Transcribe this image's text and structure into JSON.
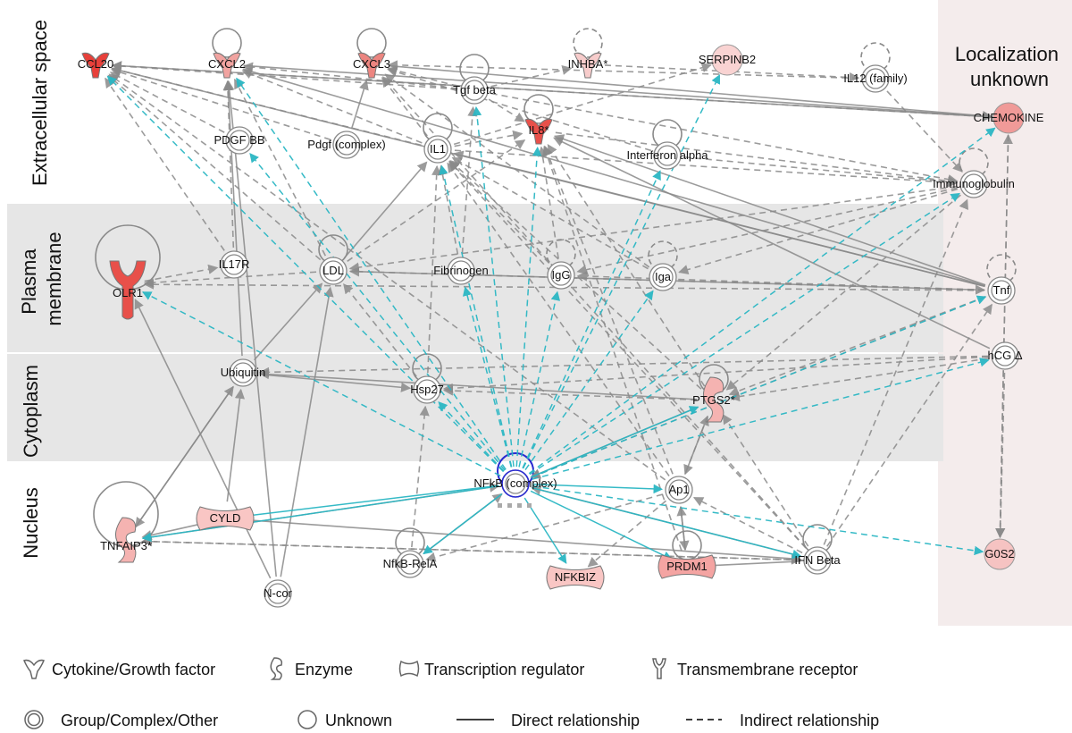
{
  "compartments": {
    "extracellular": [
      "Extracellular space"
    ],
    "plasma": [
      "Plasma",
      "membrane"
    ],
    "cytoplasm": [
      "Cytoplasm"
    ],
    "nucleus": [
      "Nucleus"
    ],
    "unknown": [
      "Localization",
      "unknown"
    ]
  },
  "nodes": [
    {
      "id": "CCL20",
      "label": "CCL20",
      "shape": "cytokine",
      "fill": "#e8403a"
    },
    {
      "id": "CXCL2",
      "label": "CXCL2",
      "shape": "cytokine",
      "fill": "#f1a3a0"
    },
    {
      "id": "CXCL3",
      "label": "CXCL3",
      "shape": "cytokine",
      "fill": "#ec8580"
    },
    {
      "id": "INHBA",
      "label": "INHBA*",
      "shape": "cytokine",
      "fill": "#f7cccb"
    },
    {
      "id": "SERPINB2",
      "label": "SERPINB2",
      "shape": "circle",
      "fill": "#f9d3d2"
    },
    {
      "id": "IL12",
      "label": "IL12 (family)",
      "shape": "group",
      "fill": "#ffffff"
    },
    {
      "id": "Tgfbeta",
      "label": "Tgf beta",
      "shape": "group",
      "fill": "#ffffff"
    },
    {
      "id": "PDGFBB",
      "label": "PDGF BB",
      "shape": "group",
      "fill": "#ffffff"
    },
    {
      "id": "Pdgf",
      "label": "Pdgf (complex)",
      "shape": "group",
      "fill": "#ffffff"
    },
    {
      "id": "IL1",
      "label": "IL1",
      "shape": "group",
      "fill": "#ffffff"
    },
    {
      "id": "IL8",
      "label": "IL8*",
      "shape": "cytokine",
      "fill": "#e8504a"
    },
    {
      "id": "IFNa",
      "label": "Interferon alpha",
      "shape": "group",
      "fill": "#ffffff"
    },
    {
      "id": "CHEMOKINE",
      "label": "CHEMOKINE",
      "shape": "circle",
      "fill": "#f09a98"
    },
    {
      "id": "Ig",
      "label": "Immunoglobulin",
      "shape": "group",
      "fill": "#ffffff"
    },
    {
      "id": "IL17R",
      "label": "IL17R",
      "shape": "group",
      "fill": "#ffffff"
    },
    {
      "id": "LDL",
      "label": "LDL",
      "shape": "group",
      "fill": "#ffffff"
    },
    {
      "id": "Fib",
      "label": "Fibrinogen",
      "shape": "group",
      "fill": "#ffffff"
    },
    {
      "id": "IgG",
      "label": "IgG",
      "shape": "group",
      "fill": "#ffffff"
    },
    {
      "id": "Iga",
      "label": "Iga",
      "shape": "group",
      "fill": "#ffffff"
    },
    {
      "id": "OLR1",
      "label": "OLR1",
      "shape": "receptor",
      "fill": "#e8504a"
    },
    {
      "id": "Tnf",
      "label": "Tnf",
      "shape": "group",
      "fill": "#ffffff"
    },
    {
      "id": "hCG",
      "label": "hCG Δ",
      "shape": "group",
      "fill": "#ffffff"
    },
    {
      "id": "Ubiq",
      "label": "Ubiquitin",
      "shape": "group",
      "fill": "#ffffff"
    },
    {
      "id": "Hsp27",
      "label": "Hsp27",
      "shape": "group",
      "fill": "#ffffff"
    },
    {
      "id": "PTGS2",
      "label": "PTGS2*",
      "shape": "enzyme",
      "fill": "#f5b3b1"
    },
    {
      "id": "NFkB",
      "label": "NFkB (complex)",
      "shape": "group",
      "fill": "#ffffff"
    },
    {
      "id": "Ap1",
      "label": "Ap1",
      "shape": "group",
      "fill": "#ffffff"
    },
    {
      "id": "TNFAIP3",
      "label": "TNFAIP3*",
      "shape": "enzyme",
      "fill": "#f5b3b1"
    },
    {
      "id": "CYLD",
      "label": "CYLD",
      "shape": "transcription",
      "fill": "#f9c6c4"
    },
    {
      "id": "Ncor",
      "label": "N-cor",
      "shape": "group",
      "fill": "#ffffff"
    },
    {
      "id": "RelA",
      "label": "NfkB-RelA",
      "shape": "group",
      "fill": "#ffffff"
    },
    {
      "id": "NFKBIZ",
      "label": "NFKBIZ",
      "shape": "transcription",
      "fill": "#f9c6c4"
    },
    {
      "id": "PRDM1",
      "label": "PRDM1",
      "shape": "transcription",
      "fill": "#f4a4a2"
    },
    {
      "id": "IFNb",
      "label": "IFN Beta",
      "shape": "group",
      "fill": "#ffffff"
    },
    {
      "id": "G0S2",
      "label": "G0S2",
      "shape": "circle",
      "fill": "#f6c3c2"
    }
  ],
  "edges": [
    [
      "CCL20",
      "CHEMOKINE",
      "d"
    ],
    [
      "CXCL2",
      "CHEMOKINE",
      "d"
    ],
    [
      "CXCL3",
      "CHEMOKINE",
      "d"
    ],
    [
      "INHBA",
      "IL12",
      "i"
    ],
    [
      "Tgfbeta",
      "CCL20",
      "i"
    ],
    [
      "Tgfbeta",
      "CXCL2",
      "i"
    ],
    [
      "Tgfbeta",
      "CXCL3",
      "i"
    ],
    [
      "Tgfbeta",
      "INHBA",
      "i"
    ],
    [
      "Tgfbeta",
      "Ig",
      "i"
    ],
    [
      "Tgfbeta",
      "IL8",
      "i"
    ],
    [
      "IL1",
      "CCL20",
      "i"
    ],
    [
      "IL1",
      "CXCL2",
      "i"
    ],
    [
      "IL1",
      "CXCL3",
      "i"
    ],
    [
      "IL1",
      "IL8",
      "i"
    ],
    [
      "IL1",
      "Ig",
      "i"
    ],
    [
      "IL1",
      "SERPINB2",
      "i"
    ],
    [
      "IL8",
      "Ig",
      "i"
    ],
    [
      "IFNa",
      "Ig",
      "i"
    ],
    [
      "IFNa",
      "CXCL3",
      "i"
    ],
    [
      "IL12",
      "Ig",
      "i"
    ],
    [
      "IL12",
      "CXCL3",
      "i"
    ],
    [
      "PDGFBB",
      "CCL20",
      "i"
    ],
    [
      "Pdgf",
      "CXCL3",
      "d"
    ],
    [
      "Pdgf",
      "CCL20",
      "i"
    ],
    [
      "LDL",
      "CCL20",
      "i"
    ],
    [
      "LDL",
      "CXCL2",
      "i"
    ],
    [
      "LDL",
      "IL1",
      "d"
    ],
    [
      "LDL",
      "IL8",
      "i"
    ],
    [
      "LDL",
      "Tnf",
      "d"
    ],
    [
      "LDL",
      "OLR1",
      "i"
    ],
    [
      "Fib",
      "IL1",
      "i"
    ],
    [
      "Fib",
      "Tgfbeta",
      "i"
    ],
    [
      "IgG",
      "IL1",
      "i"
    ],
    [
      "IgG",
      "IL8",
      "i"
    ],
    [
      "Iga",
      "IL1",
      "i"
    ],
    [
      "Iga",
      "CXCL3",
      "i"
    ],
    [
      "IL17R",
      "CCL20",
      "i"
    ],
    [
      "IL17R",
      "CXCL2",
      "i"
    ],
    [
      "OLR1",
      "IL17R",
      "i"
    ],
    [
      "Tnf",
      "CCL20",
      "d"
    ],
    [
      "Tnf",
      "CXCL2",
      "d"
    ],
    [
      "Tnf",
      "IL8",
      "d"
    ],
    [
      "Tnf",
      "IL1",
      "d"
    ],
    [
      "Tnf",
      "OLR1",
      "i"
    ],
    [
      "Tnf",
      "PTGS2",
      "i"
    ],
    [
      "Tnf",
      "NFkB",
      "i"
    ],
    [
      "Tnf",
      "LDL",
      "i"
    ],
    [
      "Tnf",
      "IgG",
      "i"
    ],
    [
      "Ig",
      "LDL",
      "i"
    ],
    [
      "Ig",
      "Iga",
      "i"
    ],
    [
      "Ig",
      "PTGS2",
      "i"
    ],
    [
      "Ig",
      "IgG",
      "i"
    ],
    [
      "hCG",
      "PTGS2",
      "i"
    ],
    [
      "hCG",
      "G0S2",
      "i"
    ],
    [
      "hCG",
      "IL8",
      "d"
    ],
    [
      "hCG",
      "Ubiq",
      "i"
    ],
    [
      "hCG",
      "Hsp27",
      "i"
    ],
    [
      "PTGS2",
      "Ubiq",
      "d"
    ],
    [
      "PTGS2",
      "Hsp27",
      "i"
    ],
    [
      "PTGS2",
      "IL1",
      "i"
    ],
    [
      "PTGS2",
      "IL8",
      "i"
    ],
    [
      "PTGS2",
      "NFkB",
      "d"
    ],
    [
      "PTGS2",
      "Ap1",
      "i"
    ],
    [
      "Ubiq",
      "CXCL2",
      "d"
    ],
    [
      "Ubiq",
      "TNFAIP3",
      "d"
    ],
    [
      "Ubiq",
      "LDL",
      "d"
    ],
    [
      "Ubiq",
      "Hsp27",
      "d"
    ],
    [
      "Hsp27",
      "IL1",
      "i"
    ],
    [
      "Hsp27",
      "LDL",
      "i"
    ],
    [
      "Ap1",
      "PTGS2",
      "d"
    ],
    [
      "Ap1",
      "IL8",
      "i"
    ],
    [
      "Ap1",
      "IL1",
      "i"
    ],
    [
      "Ap1",
      "CCL20",
      "i"
    ],
    [
      "Ap1",
      "RelA",
      "i"
    ],
    [
      "Ap1",
      "NFKBIZ",
      "i"
    ],
    [
      "Ap1",
      "PRDM1",
      "d"
    ],
    [
      "IFNb",
      "NFkB",
      "d"
    ],
    [
      "IFNb",
      "PTGS2",
      "i"
    ],
    [
      "IFNb",
      "IL1",
      "i"
    ],
    [
      "IFNb",
      "CXCL3",
      "i"
    ],
    [
      "IFNb",
      "TNFAIP3",
      "i"
    ],
    [
      "IFNb",
      "PRDM1",
      "d"
    ],
    [
      "IFNb",
      "Ap1",
      "i"
    ],
    [
      "IFNb",
      "Tnf",
      "i"
    ],
    [
      "IFNb",
      "Ig",
      "i"
    ],
    [
      "TNFAIP3",
      "IFNb",
      "i"
    ],
    [
      "TNFAIP3",
      "NFkB",
      "d"
    ],
    [
      "TNFAIP3",
      "Ubiq",
      "d"
    ],
    [
      "CYLD",
      "Ubiq",
      "d"
    ],
    [
      "CYLD",
      "TNFAIP3",
      "d"
    ],
    [
      "CYLD",
      "IFNb",
      "d"
    ],
    [
      "Ncor",
      "OLR1",
      "d"
    ],
    [
      "Ncor",
      "LDL",
      "d"
    ],
    [
      "Ncor",
      "CXCL2",
      "d"
    ],
    [
      "RelA",
      "Hsp27",
      "i"
    ],
    [
      "RelA",
      "NFkB",
      "d"
    ],
    [
      "PRDM1",
      "IL8",
      "i"
    ],
    [
      "PRDM1",
      "Ap1",
      "d"
    ],
    [
      "G0S2",
      "CHEMOKINE",
      "i"
    ],
    [
      "CHEMOKINE",
      "CCL20",
      "i"
    ],
    [
      "CHEMOKINE",
      "G0S2",
      "i"
    ],
    [
      "NFkB",
      "CCL20",
      "c"
    ],
    [
      "NFkB",
      "CXCL2",
      "c"
    ],
    [
      "NFkB",
      "IL8",
      "c"
    ],
    [
      "NFkB",
      "SERPINB2",
      "c"
    ],
    [
      "NFkB",
      "CHEMOKINE",
      "c"
    ],
    [
      "NFkB",
      "Ig",
      "c"
    ],
    [
      "NFkB",
      "OLR1",
      "c"
    ],
    [
      "NFkB",
      "IL1",
      "c"
    ],
    [
      "NFkB",
      "IgG",
      "c"
    ],
    [
      "NFkB",
      "Fib",
      "c"
    ],
    [
      "NFkB",
      "Hsp27",
      "c"
    ],
    [
      "NFkB",
      "TNFAIP3",
      "C"
    ],
    [
      "NFkB",
      "CYLD",
      "C"
    ],
    [
      "NFkB",
      "RelA",
      "C"
    ],
    [
      "NFkB",
      "NFKBIZ",
      "C"
    ],
    [
      "NFkB",
      "PRDM1",
      "C"
    ],
    [
      "NFkB",
      "IFNb",
      "C"
    ],
    [
      "NFkB",
      "G0S2",
      "c"
    ],
    [
      "NFkB",
      "Ap1",
      "C"
    ],
    [
      "NFkB",
      "IFNa",
      "c"
    ],
    [
      "NFkB",
      "Tnf",
      "c"
    ],
    [
      "NFkB",
      "hCG",
      "c"
    ],
    [
      "NFkB",
      "PTGS2",
      "C"
    ],
    [
      "NFkB",
      "Iga",
      "c"
    ],
    [
      "NFkB",
      "Tgfbeta",
      "c"
    ],
    [
      "NFkB",
      "PDGFBB",
      "c"
    ]
  ],
  "self_loops": [
    "CXCL2",
    "CXCL3",
    "INHBA",
    "IL12",
    "Tgfbeta",
    "IL1",
    "IL8",
    "IFNa",
    "Ig",
    "LDL",
    "IgG",
    "Iga",
    "OLR1",
    "Tnf",
    "Hsp27",
    "PTGS2",
    "TNFAIP3",
    "RelA",
    "IFNb",
    "PRDM1",
    "NFkB"
  ],
  "dashed_self_loops": [
    "IL12",
    "INHBA",
    "Ig",
    "Tnf",
    "IgG",
    "Iga"
  ],
  "legend": {
    "cytokine": "Cytokine/Growth factor",
    "enzyme": "Enzyme",
    "transcription": "Transcription regulator",
    "receptor": "Transmembrane receptor",
    "group": "Group/Complex/Other",
    "unknown": "Unknown",
    "direct": "Direct relationship",
    "indirect": "Indirect relationship"
  },
  "colors": {
    "edge_gray": "#8a8a8a",
    "edge_cyan": "#2bb7c4",
    "band_gray": "#e6e6e6",
    "band_unknown": "#f4ecec",
    "nfkb_accent": "#2a2bd0"
  }
}
